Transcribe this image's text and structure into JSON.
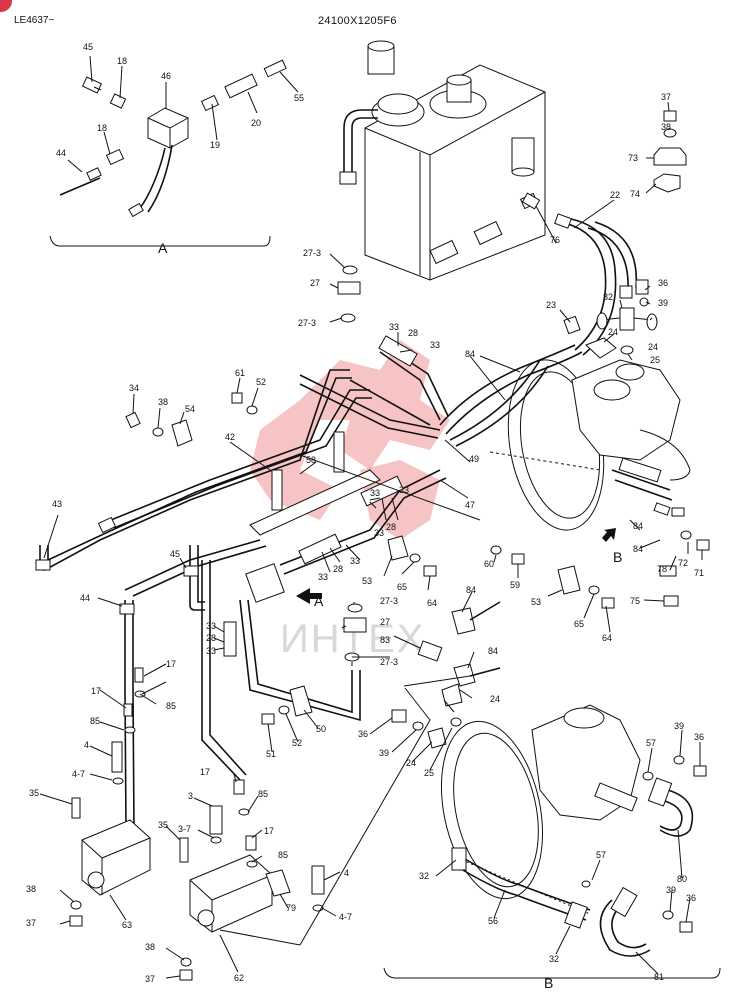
{
  "header": {
    "code_left": "LE4637~",
    "code_center": "24100X1205F6"
  },
  "watermark_text": "ИНТЕХ",
  "sections": {
    "a": "A",
    "b": "B"
  },
  "arrows": {
    "a": "A",
    "b": "B"
  },
  "callouts": {
    "c45": "45",
    "c18a": "18",
    "c46": "46",
    "c20": "20",
    "c55": "55",
    "c18b": "18",
    "c19": "19",
    "c44a": "44",
    "c37a": "37",
    "c38a": "38",
    "c73": "73",
    "c74": "74",
    "c22": "22",
    "c76": "76",
    "c36a": "36",
    "c39a": "39",
    "c82": "82",
    "c23": "23",
    "c24a": "24",
    "c24b": "24",
    "c25a": "25",
    "c27_3a": "27-3",
    "c27a": "27",
    "c27_3b": "27-3",
    "c33a": "33",
    "c28a": "28",
    "c33b": "33",
    "c84a": "84",
    "c34": "34",
    "c38b": "38",
    "c54": "54",
    "c61": "61",
    "c52a": "52",
    "c42": "42",
    "c58": "58",
    "c49": "49",
    "c47": "47",
    "c43": "43",
    "c33c": "33",
    "c33d": "33",
    "c28b": "28",
    "c33e": "33",
    "c45b": "45",
    "c33f": "33",
    "c28c": "28",
    "c33g": "33",
    "c53a": "53",
    "c65a": "65",
    "c64a": "64",
    "c60": "60",
    "c59": "59",
    "c53b": "53",
    "c65b": "65",
    "c64b": "64",
    "c75": "75",
    "c84b": "84",
    "c84c": "84",
    "c78": "78",
    "c72": "72",
    "c71": "71",
    "c44b": "44",
    "c33h": "33",
    "c28d": "28",
    "c33i": "33",
    "c27_3c": "27-3",
    "c27b": "27",
    "c83": "83",
    "c27_3d": "27-3",
    "c84d": "84",
    "c84e": "84",
    "c24c": "24",
    "c17a": "17",
    "c17b": "17",
    "c85a": "85",
    "c85b": "85",
    "c51": "51",
    "c52b": "52",
    "c50": "50",
    "c36b": "36",
    "c39b": "39",
    "c24d": "24",
    "c25b": "25",
    "c4a": "4",
    "c4_7a": "4-7",
    "c35a": "35",
    "c17c": "17",
    "c85c": "85",
    "c3": "3",
    "c3_7": "3-7",
    "c35b": "35",
    "c17d": "17",
    "c85d": "85",
    "c79": "79",
    "c4b": "4",
    "c4_7b": "4-7",
    "c38c": "38",
    "c37b": "37",
    "c63": "63",
    "c38d": "38",
    "c37c": "37",
    "c62": "62",
    "c57a": "57",
    "c39c": "39",
    "c36c": "36",
    "c80": "80",
    "c32a": "32",
    "c57b": "57",
    "c56": "56",
    "c32b": "32",
    "c39d": "39",
    "c36d": "36",
    "c81": "81"
  }
}
